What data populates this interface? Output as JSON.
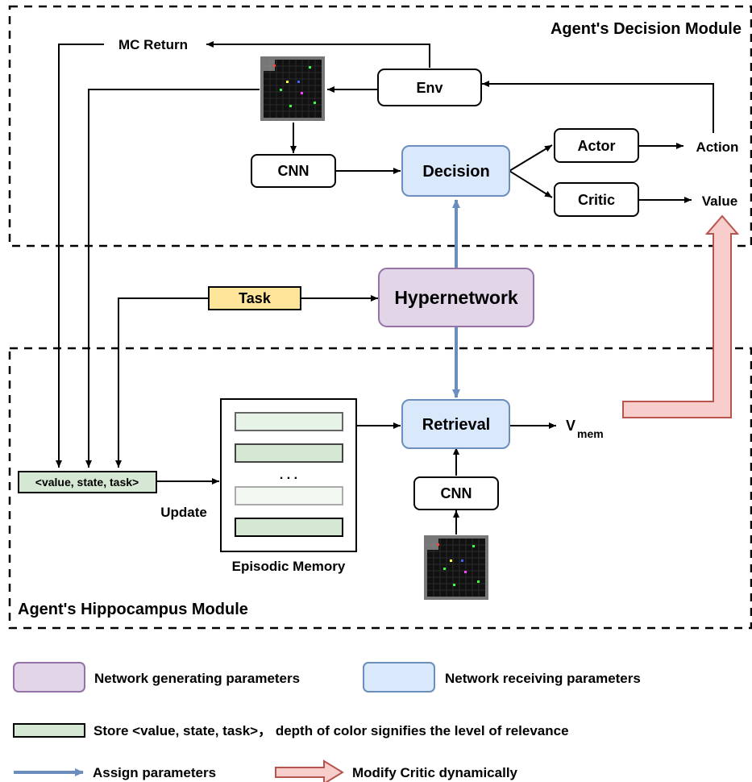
{
  "modules": {
    "decision_title": "Agent's Decision Module",
    "hippocampus_title": "Agent's Hippocampus Module"
  },
  "nodes": {
    "mc_return": "MC Return",
    "env": "Env",
    "actor": "Actor",
    "action": "Action",
    "cnn_top": "CNN",
    "decision": "Decision",
    "critic": "Critic",
    "value": "Value",
    "task": "Task",
    "hypernetwork": "Hypernetwork",
    "retrieval": "Retrieval",
    "vmem_main": "V",
    "vmem_sub": "mem",
    "cnn_bottom": "CNN",
    "tuple": "<value, state, task>",
    "update": "Update",
    "episodic_memory": "Episodic Memory",
    "ellipsis": ". . ."
  },
  "legend": {
    "generating": "Network generating parameters",
    "receiving": "Network receiving parameters",
    "store": "Store <value, state, task>，  depth of color signifies the level of relevance",
    "assign": "Assign parameters",
    "modify": "Modify Critic dynamically"
  },
  "colors": {
    "generating_fill": "#e1d5e7",
    "generating_stroke": "#9673a6",
    "receiving_fill": "#dae8fc",
    "receiving_stroke": "#6c8ebf",
    "store_fill": "#d5e8d4",
    "task_fill": "#ffe599",
    "task_stroke": "#d6b656",
    "assign_arrow": "#6c8ebf",
    "modify_fill": "#f8cecc",
    "modify_stroke": "#b85450"
  },
  "icons": {
    "grid_env": "gridworld-image",
    "grid_query": "gridworld-image"
  }
}
